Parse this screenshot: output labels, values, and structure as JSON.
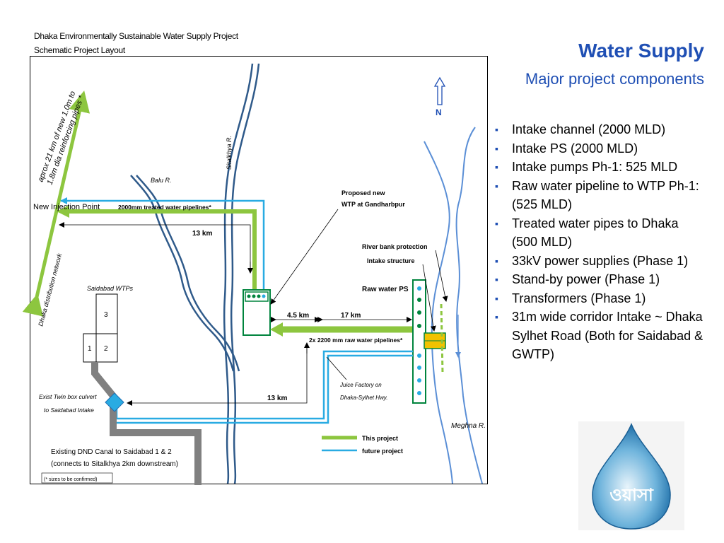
{
  "header": {
    "project": "Dhaka Environmentally Sustainable Water Supply Project",
    "layout": "Schematic Project Layout"
  },
  "slide": {
    "title": "Water Supply",
    "subtitle": "Major project components"
  },
  "components": [
    "Intake channel (2000 MLD)",
    "Intake PS (2000 MLD)",
    "Intake pumps  Ph-1: 525 MLD",
    "Raw water pipeline to WTP Ph-1: (525 MLD)",
    "Treated water pipes to Dhaka (500 MLD)",
    "33kV power supplies (Phase 1)",
    "Stand-by power (Phase 1)",
    "Transformers (Phase 1)",
    "31m wide corridor Intake ~ Dhaka Sylhet Road (Both for Saidabad & GWTP)"
  ],
  "diagram": {
    "north": "N",
    "aprox_line1": "aprox 21 km of new 1.0m to",
    "aprox_line2": "1.8m dia reinforcing pipes *",
    "distribution": "Dhaka distribution network",
    "sitalkhya": "Sitalkhya R.",
    "balu": "Balu R.",
    "meghna": "Meghna R.",
    "injection": "New Injection Point",
    "treated_pipes": "2000mm treated water pipelines*",
    "dist_13km_top": "13 km",
    "dist_13km_bottom": "13 km",
    "dist_4_5km": "4.5 km",
    "dist_17km": "17 km",
    "wtp_line1": "Proposed new",
    "wtp_line2": "WTP at Gandharbpur",
    "riverbank": "River bank protection",
    "intake_structure": "Intake structure",
    "raw_ps": "Raw water PS",
    "raw_pipes": "2x 2200 mm raw water pipelines*",
    "juice_line1": "Juice Factory on",
    "juice_line2": "Dhaka-Sylhet Hwy.",
    "saidabad_wtps": "Saidabad WTPs",
    "wtp_1": "1",
    "wtp_2": "2",
    "wtp_3": "3",
    "culvert_line1": "Exist Twin box culvert",
    "culvert_line2": "to Saidabad Intake",
    "canal_line1": "Existing DND Canal to Saidabad 1 & 2",
    "canal_line2": "(connects to Sitalkhya 2km downstream)",
    "note": "(* sizes to be confirmed)",
    "legend_this": "This project",
    "legend_future": "future project"
  },
  "logo": {
    "text": "ওয়াসা"
  },
  "colors": {
    "title": "#1f4fb4",
    "this_project": "#8dc63f",
    "future_project": "#29abe2",
    "river": "#2f5a8a",
    "meghna_river": "#5b8fd6",
    "structure_green": "#00843d",
    "canal": "#808080"
  }
}
